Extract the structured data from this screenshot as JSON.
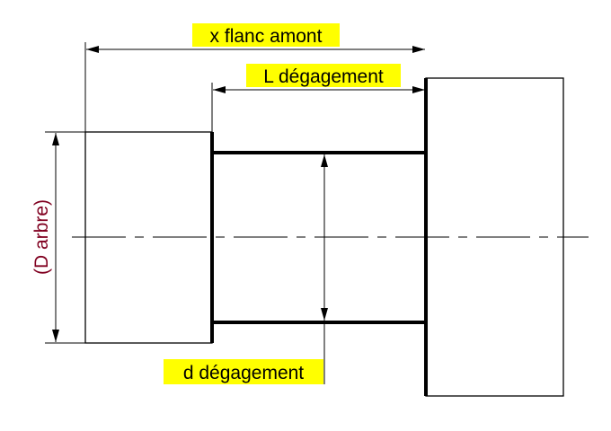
{
  "labels": {
    "x_flanc_amont": "x flanc amont",
    "l_degagement": "L dégagement",
    "d_degagement": "d dégagement",
    "d_arbre": "(D arbre)"
  },
  "colors": {
    "highlight": "#ffff00",
    "line": "#000000",
    "d_arbre_text": "#800020",
    "background": "#ffffff"
  }
}
